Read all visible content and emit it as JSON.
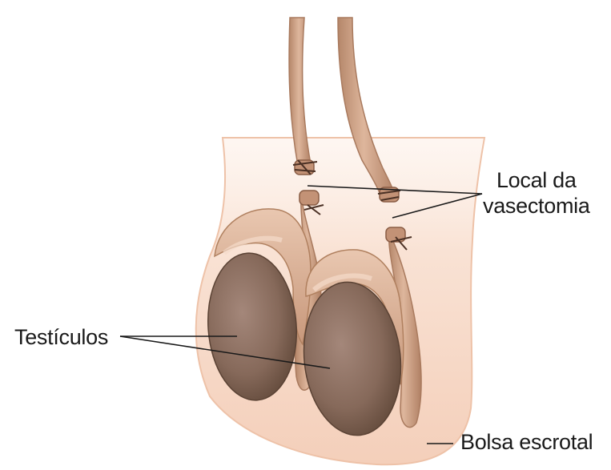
{
  "labels": {
    "vasectomy_site_line1": "Local da",
    "vasectomy_site_line2": "vasectomia",
    "testicles": "Testículos",
    "scrotum": "Bolsa escrotal"
  },
  "colors": {
    "skin": "#f6d8c6",
    "skin_outline": "#e8b89c",
    "vas_deferens": "#c99a7c",
    "vas_deferens_outline": "#a97a5e",
    "epididymis": "#d9ae92",
    "testicle": "#8e7161",
    "testicle_dark": "#6a5244",
    "ligature": "#5a3e30",
    "leader_line": "#1a1a1a"
  }
}
